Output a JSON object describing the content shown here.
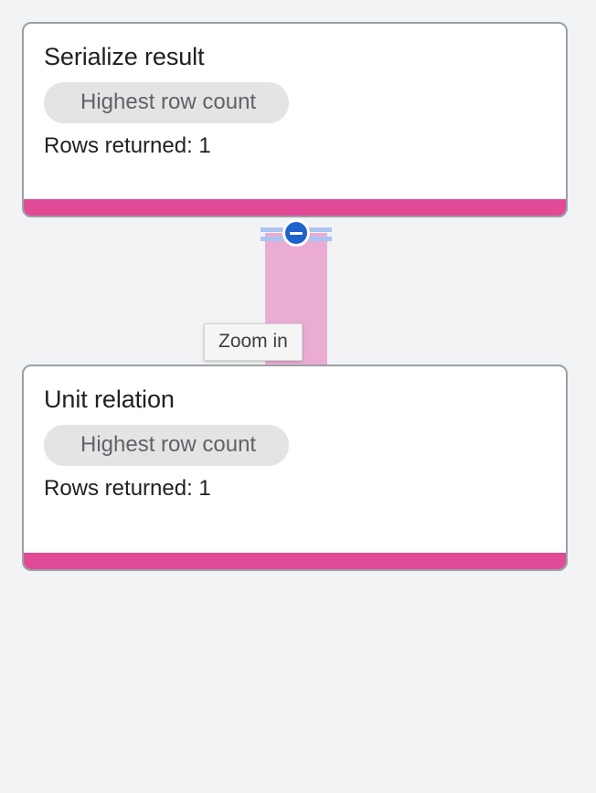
{
  "canvas": {
    "background_color": "#f1f3f4",
    "accent_color": "#e04a96",
    "edge_color": "#ebacd4",
    "handle_color": "#1e62cc"
  },
  "nodes": [
    {
      "title": "Serialize result",
      "badge": "Highest row count",
      "meta": "Rows returned: 1"
    },
    {
      "title": "Unit relation",
      "badge": "Highest row count",
      "meta": "Rows returned: 1"
    }
  ],
  "collapse_handle": {
    "icon": "minus-circle-icon",
    "state": "expanded"
  },
  "tooltip": {
    "text": "Zoom in"
  }
}
